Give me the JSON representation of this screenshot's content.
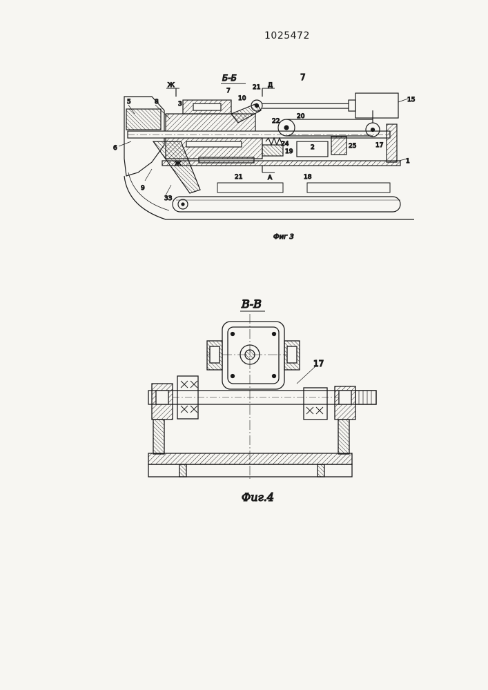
{
  "patent_number": "1025472",
  "fig3": {
    "section_title": "Б-Б",
    "caption": "Фиг 3",
    "section_marks": {
      "zh": "Ж",
      "d": "Д",
      "a": "А"
    },
    "labels": {
      "n1": "1",
      "n2": "2",
      "n3": "3",
      "n5": "5",
      "n6": "6",
      "n7": "7",
      "n8": "8",
      "n9": "9",
      "n10": "10",
      "n15": "15",
      "n17": "17",
      "n18": "18",
      "n19": "19",
      "n20": "20",
      "n21a": "21",
      "n21b": "21",
      "n22": "22",
      "n24": "24",
      "n25": "25",
      "n33": "33",
      "nTop": "7"
    }
  },
  "fig4": {
    "section_title": "В-В",
    "caption": "Фиг.4",
    "labels": {
      "n17": "17"
    }
  }
}
